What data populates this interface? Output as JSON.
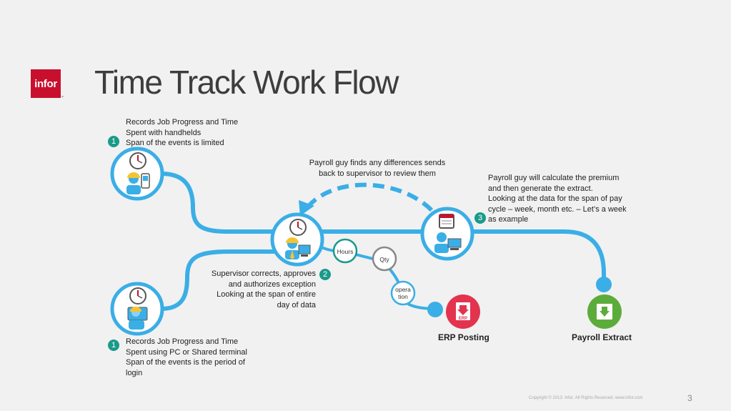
{
  "logo": {
    "text": "infor",
    "tm": "™"
  },
  "title": "Time Track Work Flow",
  "steps": {
    "handheld": {
      "badge": "1",
      "text": "Records Job Progress and Time\nSpent with handhelds\nSpan of the events is limited"
    },
    "terminal": {
      "badge": "1",
      "text": "Records Job Progress and Time\nSpent using PC or Shared terminal\nSpan of the events is the period of\nlogin"
    },
    "supervisor": {
      "badge": "2",
      "text": "Supervisor corrects, approves\nand authorizes exception\nLooking at the span of entire\nday of data"
    },
    "payroll": {
      "badge": "3",
      "text": "Payroll guy will calculate the premium\nand then generate the extract.\nLooking at the data for the span of pay\ncycle – week, month etc. – Let’s a week\nas example"
    },
    "feedback": {
      "text": "Payroll guy finds any differences sends\nback to supervisor to review them"
    }
  },
  "data_nodes": {
    "hours": "Hours",
    "qty": "Qty",
    "operation": "opera\ntion"
  },
  "outputs": {
    "erp_posting": "ERP Posting",
    "erp_icon_text": "ERP",
    "payroll_extract": "Payroll Extract"
  },
  "footer": {
    "copyright": "Copyright © 2013. Infor. All Rights Reserved. www.infor.com",
    "page": "3"
  },
  "colors": {
    "flow": "#3aaee6",
    "teal": "#1a9a8a",
    "erp": "#e3334e",
    "extract": "#5cac3c",
    "brand": "#c8102e"
  }
}
